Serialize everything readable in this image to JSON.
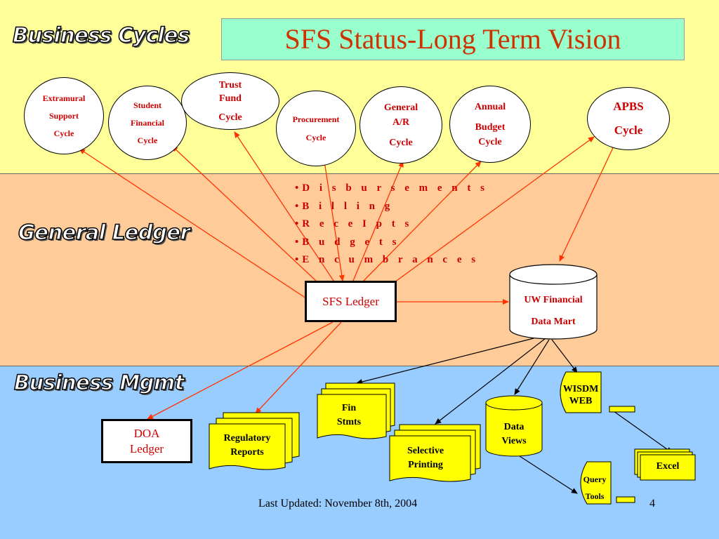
{
  "title": "SFS Status-Long Term Vision",
  "sections": {
    "business_cycles": "Business Cycles",
    "general_ledger": "General Ledger",
    "business_mgmt": "Business Mgmt"
  },
  "cycles": {
    "extramural": [
      "Extramural",
      "Support",
      "Cycle"
    ],
    "student": [
      "Student",
      "Financial",
      "Cycle"
    ],
    "trust": [
      "Trust",
      "Fund",
      "Cycle"
    ],
    "procurement": [
      "Procurement",
      "Cycle"
    ],
    "general_ar": [
      "General",
      "A/R",
      "Cycle"
    ],
    "annual_budget": [
      "Annual",
      "Budget",
      "Cycle"
    ],
    "apbs": [
      "APBS",
      "Cycle"
    ]
  },
  "ledger_items": [
    "•D i s b u r s e m e n t s",
    "•B i l l i n g",
    "•R e c e I p t s",
    "•B u d g e t s",
    "•E n c u m b r a n c e s"
  ],
  "sfs_ledger": "SFS Ledger",
  "data_mart": [
    "UW Financial",
    "Data Mart"
  ],
  "doa_ledger": [
    "DOA",
    "Ledger"
  ],
  "regulatory_reports": [
    "Regulatory",
    "Reports"
  ],
  "fin_stmts": [
    "Fin",
    "Stmts"
  ],
  "selective_printing": [
    "Selective",
    "Printing"
  ],
  "data_views": [
    "Data",
    "Views"
  ],
  "wisdm_web": [
    "WISDM",
    "WEB"
  ],
  "query_tools": [
    "Query",
    "Tools"
  ],
  "excel": "Excel",
  "footer": {
    "last_updated": "Last Updated:  November 8th, 2004",
    "page_number": "4"
  },
  "colors": {
    "top_band": "#ffff99",
    "middle_band": "#ffcc99",
    "bottom_band": "#99ccff",
    "title_bg": "#99ffcc",
    "accent_red": "#cc0000",
    "doc_yellow": "#ffff00"
  }
}
